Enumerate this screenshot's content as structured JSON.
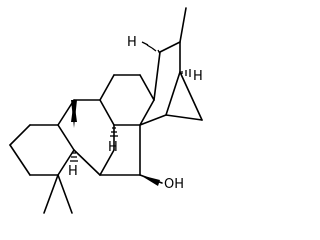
{
  "molecule": {
    "labels": {
      "h_c12": "H",
      "h_c13": "H",
      "h_c9": "H",
      "h_c5": "H",
      "hydroxyl": "OH"
    }
  }
}
